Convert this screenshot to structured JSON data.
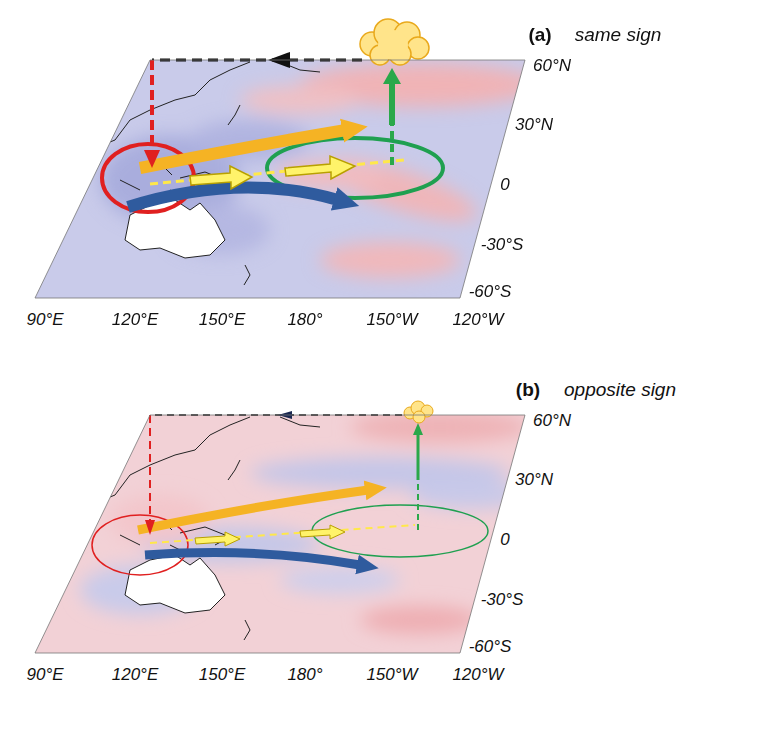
{
  "diagram": {
    "labels": [
      "(a)",
      "same sign",
      "60°N",
      "30°N",
      "0",
      "-30°S",
      "-60°S",
      "90°E",
      "120°E",
      "150°E",
      "180°",
      "150°W",
      "120°W",
      "(b)",
      "opposite sign",
      "60°N",
      "30°N",
      "0",
      "-30°S",
      "-60°S",
      "90°E",
      "120°E",
      "150°E",
      "180°",
      "150°W",
      "120°W"
    ]
  }
}
